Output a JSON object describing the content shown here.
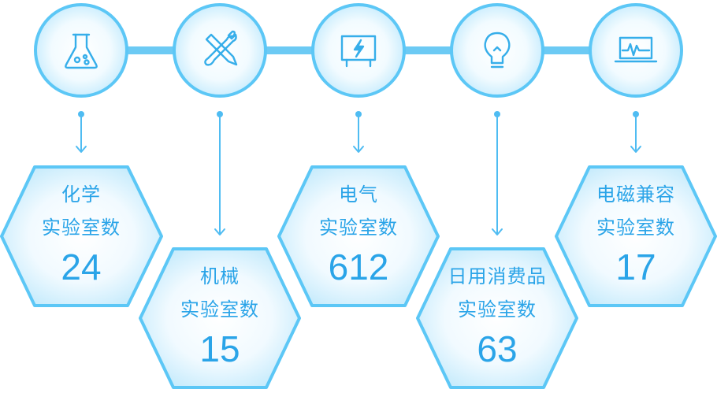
{
  "colors": {
    "accent": "#5cc7f6",
    "connector": "#6ccaf4",
    "hex_fill_center": "#ffffff",
    "hex_fill_edge": "#cdeefd",
    "text": "#2aa4e8",
    "icon": "#36aeea"
  },
  "nodes": [
    {
      "icon": "flask-icon",
      "label_line1": "化学",
      "label_line2": "实验室数",
      "value": "24"
    },
    {
      "icon": "wrench-screwdriver-icon",
      "label_line1": "机械",
      "label_line2": "实验室数",
      "value": "15"
    },
    {
      "icon": "electric-panel-icon",
      "label_line1": "电气",
      "label_line2": "实验室数",
      "value": "612"
    },
    {
      "icon": "lightbulb-icon",
      "label_line1": "日用消费品",
      "label_line2": "实验室数",
      "value": "63"
    },
    {
      "icon": "laptop-waveform-icon",
      "label_line1": "电磁兼容",
      "label_line2": "实验室数",
      "value": "17"
    }
  ]
}
